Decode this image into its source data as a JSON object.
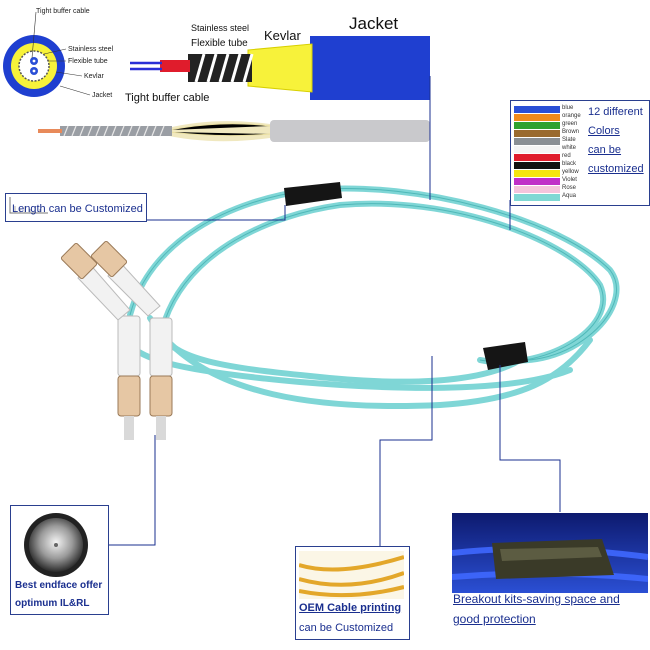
{
  "diagram": {
    "tight_buffer_small": "Tight buffer cable",
    "stainless_steel_small": "Stainless steel",
    "flexible_tube_small": "Flexible tube",
    "kevlar_small": "Kevlar",
    "jacket_small": "Jacket",
    "stainless_steel": "Stainless steel",
    "flexible_tube": "Flexible tube",
    "kevlar": "Kevlar",
    "jacket": "Jacket",
    "tight_buffer": "Tight buffer cable"
  },
  "colors_panel": {
    "line1": "12 different",
    "line2": "Colors",
    "line3": "can be",
    "line4": "customized",
    "swatches": [
      {
        "name": "blue",
        "color": "#2a4fd6"
      },
      {
        "name": "orange",
        "color": "#f08a1c"
      },
      {
        "name": "green",
        "color": "#2fa12f"
      },
      {
        "name": "Brown",
        "color": "#9a6a2e"
      },
      {
        "name": "Slate",
        "color": "#8a8f94"
      },
      {
        "name": "white",
        "color": "#f4f4f4"
      },
      {
        "name": "red",
        "color": "#e01c2c"
      },
      {
        "name": "black",
        "color": "#111111"
      },
      {
        "name": "yellow",
        "color": "#f5e60f"
      },
      {
        "name": "Violet",
        "color": "#c02fc8"
      },
      {
        "name": "Rose",
        "color": "#f4c4dc"
      },
      {
        "name": "Aqua",
        "color": "#7fd8d4"
      }
    ]
  },
  "length_label": "Length can be Customized",
  "endface": {
    "line1": "Best endface offer",
    "line2": "optimum IL&RL"
  },
  "oem": {
    "line1": "OEM Cable printing",
    "line2": "can be Customized"
  },
  "breakout": {
    "line1": "Breakout kits-saving space and",
    "line2": "good protection"
  },
  "colors": {
    "cable": "#7fd6d6",
    "callout": "#1a2f8f",
    "jacket_blue": "#1f3fd0",
    "kevlar_yellow": "#f7f23a"
  }
}
